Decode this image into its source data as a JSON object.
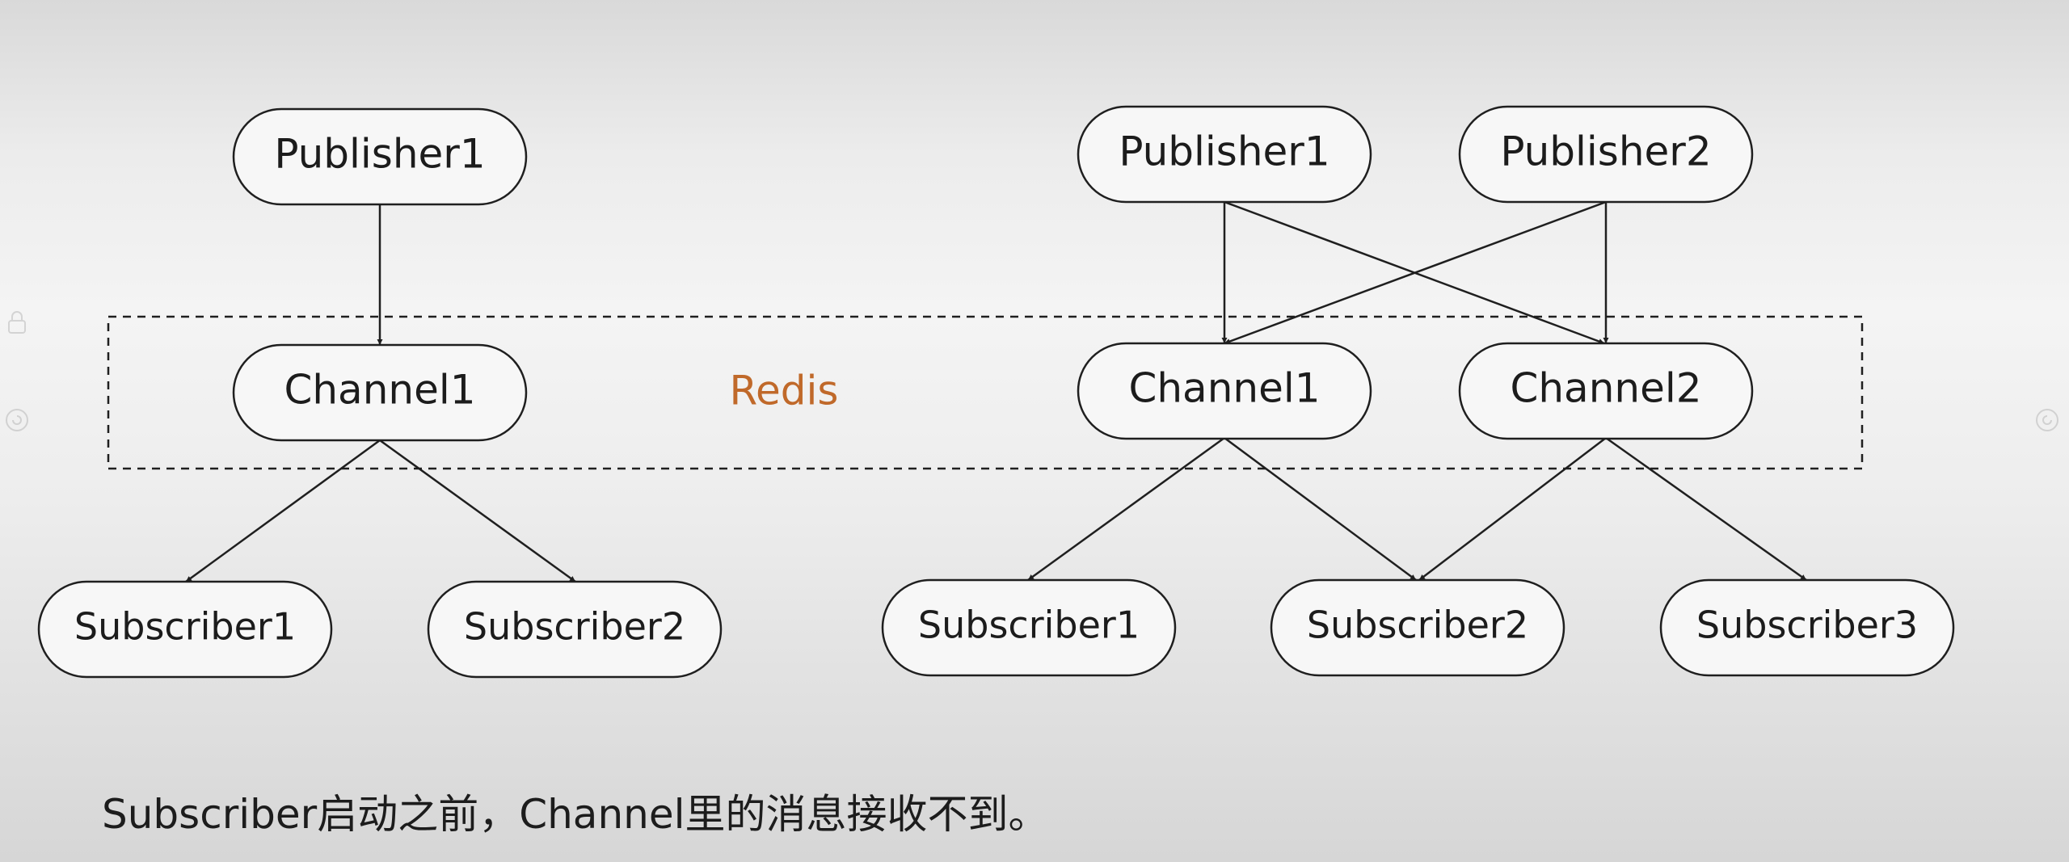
{
  "redis_label": "Redis",
  "caption": "Subscriber启动之前，Channel里的消息接收不到。",
  "accent_color": "#c0692a",
  "left_diagram": {
    "publishers": [
      "Publisher1"
    ],
    "channels": [
      "Channel1"
    ],
    "subscribers": [
      "Subscriber1",
      "Subscriber2"
    ],
    "edges": [
      [
        "Publisher1",
        "Channel1"
      ],
      [
        "Channel1",
        "Subscriber1"
      ],
      [
        "Channel1",
        "Subscriber2"
      ]
    ]
  },
  "right_diagram": {
    "publishers": [
      "Publisher1",
      "Publisher2"
    ],
    "channels": [
      "Channel1",
      "Channel2"
    ],
    "subscribers": [
      "Subscriber1",
      "Subscriber2",
      "Subscriber3"
    ],
    "edges": [
      [
        "Publisher1",
        "Channel1"
      ],
      [
        "Publisher1",
        "Channel2"
      ],
      [
        "Publisher2",
        "Channel1"
      ],
      [
        "Publisher2",
        "Channel2"
      ],
      [
        "Channel1",
        "Subscriber1"
      ],
      [
        "Channel1",
        "Subscriber2"
      ],
      [
        "Channel2",
        "Subscriber2"
      ],
      [
        "Channel2",
        "Subscriber3"
      ]
    ]
  }
}
